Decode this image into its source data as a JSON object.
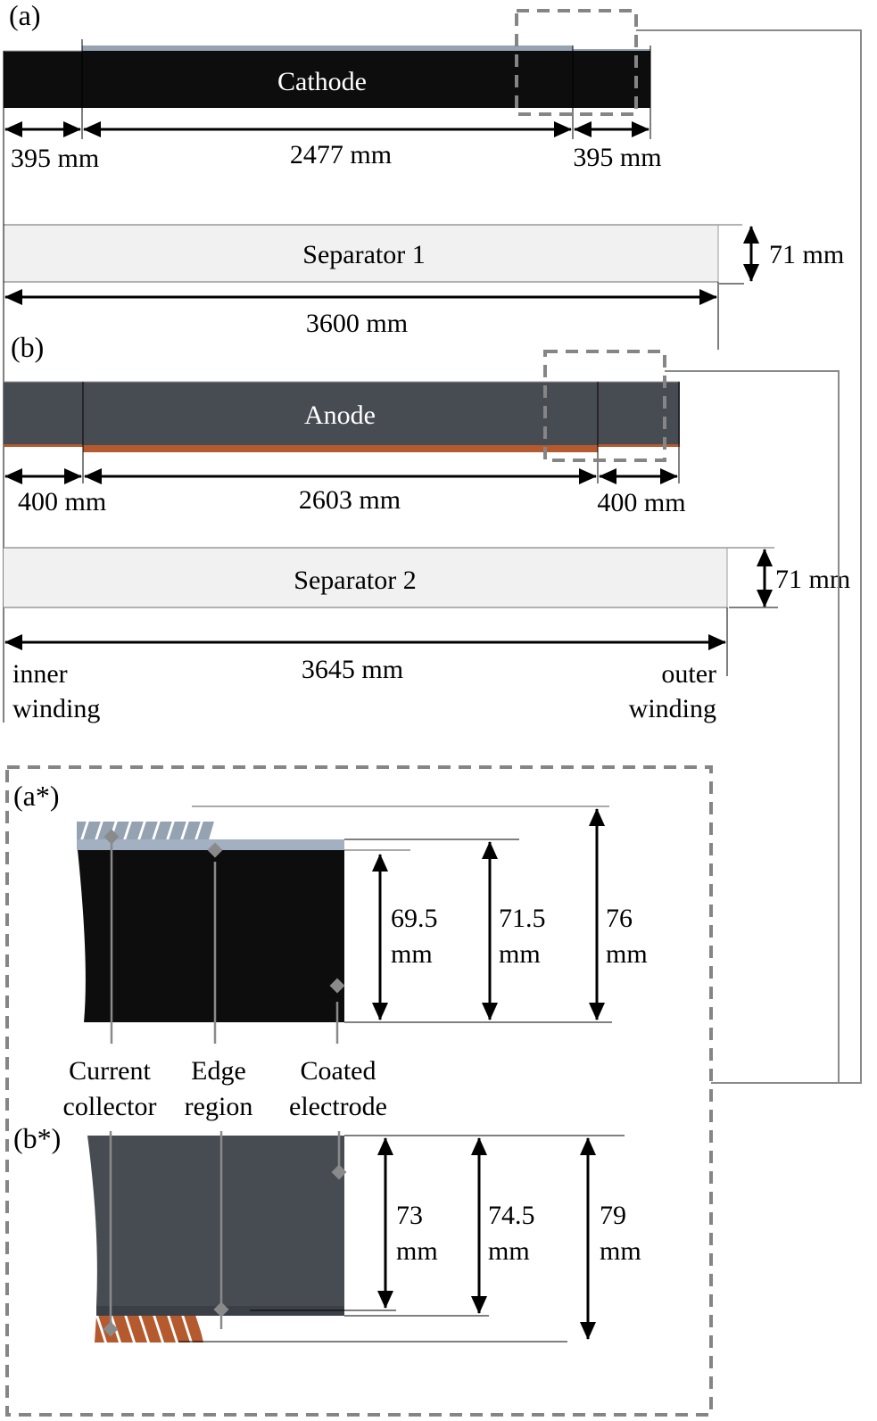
{
  "colors": {
    "cathode": "#0d0d0d",
    "cathode_collector": "#94a2b2",
    "anode": "#474c53",
    "anode_collector": "#b45a2e",
    "separator_fill": "#f1f1f1",
    "separator_edge": "#9a9a9a",
    "dashed_box": "#858585",
    "leader": "#8a8a8a"
  },
  "panel_a": {
    "label": "(a)",
    "cathode": {
      "name": "Cathode",
      "left_uncoated": "395 mm",
      "coated": "2477 mm",
      "right_uncoated": "395 mm"
    },
    "separator": {
      "name": "Separator 1",
      "length": "3600 mm",
      "width": "71 mm"
    }
  },
  "panel_b": {
    "label": "(b)",
    "anode": {
      "name": "Anode",
      "left_uncoated": "400 mm",
      "coated": "2603 mm",
      "right_uncoated": "400 mm"
    },
    "separator": {
      "name": "Separator 2",
      "length": "3645 mm",
      "width": "71 mm"
    },
    "inner_end": [
      "inner",
      "winding"
    ],
    "outer_end": [
      "outer",
      "winding"
    ]
  },
  "detail": {
    "a_star": {
      "label": "(a*)",
      "dims": [
        {
          "value": "69.5",
          "unit": "mm"
        },
        {
          "value": "71.5",
          "unit": "mm"
        },
        {
          "value": "76",
          "unit": "mm"
        }
      ]
    },
    "legend": [
      {
        "line1": "Current",
        "line2": "collector"
      },
      {
        "line1": "Edge",
        "line2": "region"
      },
      {
        "line1": "Coated",
        "line2": "electrode"
      }
    ],
    "b_star": {
      "label": "(b*)",
      "dims": [
        {
          "value": "73",
          "unit": "mm"
        },
        {
          "value": "74.5",
          "unit": "mm"
        },
        {
          "value": "79",
          "unit": "mm"
        }
      ]
    }
  }
}
